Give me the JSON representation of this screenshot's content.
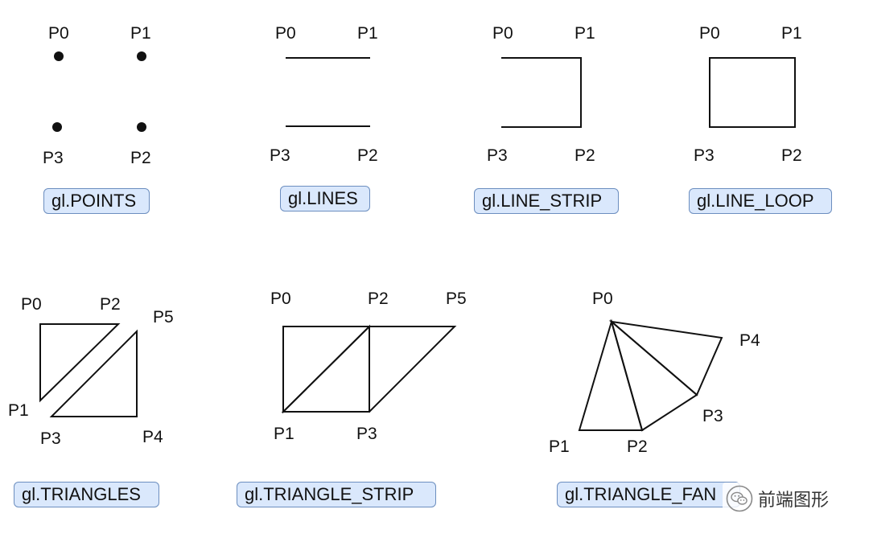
{
  "diagrams": [
    {
      "id": "points",
      "caption": "gl.POINTS",
      "labels": [
        {
          "id": "p0",
          "text": "P0"
        },
        {
          "id": "p1",
          "text": "P1"
        },
        {
          "id": "p2",
          "text": "P2"
        },
        {
          "id": "p3",
          "text": "P3"
        }
      ]
    },
    {
      "id": "lines",
      "caption": "gl.LINES",
      "labels": [
        {
          "id": "p0",
          "text": "P0"
        },
        {
          "id": "p1",
          "text": "P1"
        },
        {
          "id": "p2",
          "text": "P2"
        },
        {
          "id": "p3",
          "text": "P3"
        }
      ]
    },
    {
      "id": "line-strip",
      "caption": "gl.LINE_STRIP",
      "labels": [
        {
          "id": "p0",
          "text": "P0"
        },
        {
          "id": "p1",
          "text": "P1"
        },
        {
          "id": "p2",
          "text": "P2"
        },
        {
          "id": "p3",
          "text": "P3"
        }
      ]
    },
    {
      "id": "line-loop",
      "caption": "gl.LINE_LOOP",
      "labels": [
        {
          "id": "p0",
          "text": "P0"
        },
        {
          "id": "p1",
          "text": "P1"
        },
        {
          "id": "p2",
          "text": "P2"
        },
        {
          "id": "p3",
          "text": "P3"
        }
      ]
    },
    {
      "id": "triangles",
      "caption": "gl.TRIANGLES",
      "labels": [
        {
          "id": "p0",
          "text": "P0"
        },
        {
          "id": "p1",
          "text": "P1"
        },
        {
          "id": "p2",
          "text": "P2"
        },
        {
          "id": "p3",
          "text": "P3"
        },
        {
          "id": "p4",
          "text": "P4"
        },
        {
          "id": "p5",
          "text": "P5"
        }
      ]
    },
    {
      "id": "triangle-strip",
      "caption": "gl.TRIANGLE_STRIP",
      "labels": [
        {
          "id": "p0",
          "text": "P0"
        },
        {
          "id": "p1",
          "text": "P1"
        },
        {
          "id": "p2",
          "text": "P2"
        },
        {
          "id": "p3",
          "text": "P3"
        },
        {
          "id": "p5",
          "text": "P5"
        }
      ]
    },
    {
      "id": "triangle-fan",
      "caption": "gl.TRIANGLE_FAN",
      "labels": [
        {
          "id": "p0",
          "text": "P0"
        },
        {
          "id": "p1",
          "text": "P1"
        },
        {
          "id": "p2",
          "text": "P2"
        },
        {
          "id": "p3",
          "text": "P3"
        },
        {
          "id": "p4",
          "text": "P4"
        }
      ]
    }
  ],
  "watermark": {
    "text": "前端图形",
    "icon": "wechat-icon"
  },
  "colors": {
    "caption_fill": "#dae8fc",
    "caption_border": "#6c8ebf",
    "stroke": "#111111"
  }
}
